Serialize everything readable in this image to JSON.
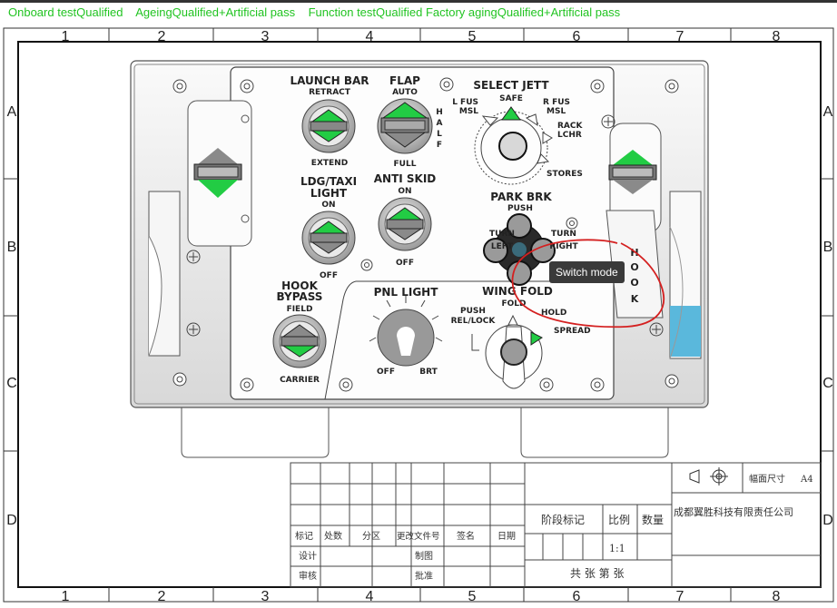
{
  "status": {
    "text": "Onboard testQualified    AgeingQualified+Artificial pass    Function testQualified Factory agingQualified+Artificial pass"
  },
  "tooltip": {
    "text": "Switch mode"
  },
  "frame": {
    "columns": [
      "1",
      "2",
      "3",
      "4",
      "5",
      "6",
      "7",
      "8"
    ],
    "rows": [
      "A",
      "B",
      "C",
      "D"
    ]
  },
  "panel": {
    "launch_bar": {
      "title": "LAUNCH BAR",
      "top": "RETRACT",
      "bottom": "EXTEND"
    },
    "flap": {
      "title": "FLAP",
      "top": "AUTO",
      "side": [
        "H",
        "A",
        "L",
        "F"
      ],
      "bottom": "FULL"
    },
    "select_jett": {
      "title": "SELECT JETT",
      "safe": "SAFE",
      "lfus": "L FUS",
      "lmsl": "MSL",
      "rfus": "R FUS",
      "rmsl": "MSL",
      "rack": "RACK",
      "lchr": "LCHR",
      "stores": "STORES"
    },
    "ldg_taxi": {
      "title1": "LDG/TAXI",
      "title2": "LIGHT",
      "top": "ON",
      "bottom": "OFF"
    },
    "anti_skid": {
      "title": "ANTI SKID",
      "top": "ON",
      "bottom": "OFF"
    },
    "park_brk": {
      "title": "PARK  BRK",
      "push": "PUSH",
      "turn_left_1": "TURN",
      "turn_left_2": "LEFT",
      "turn_right_1": "TURN",
      "turn_right_2": "RIGHT"
    },
    "hook_bypass": {
      "title1": "HOOK",
      "title2": "BYPASS",
      "top": "FIELD",
      "bottom": "CARRIER"
    },
    "pnl_light": {
      "title": "PNL LIGHT",
      "left": "OFF",
      "right": "BRT"
    },
    "wing_fold": {
      "title": "WING FOLD",
      "fold": "FOLD",
      "hold": "HOLD",
      "spread": "SPREAD",
      "push": "PUSH",
      "rel_lock": "REL/LOCK"
    },
    "hook": {
      "letters": [
        "H",
        "O",
        "O",
        "K"
      ]
    }
  },
  "title_block": {
    "sheet_size_label": "幅面尺寸",
    "sheet_size": "A4",
    "company": "成都翼胜科技有限责任公司",
    "stage_mark": "阶段标记",
    "scale_label": "比例",
    "quantity_label": "数量",
    "scale": "1:1",
    "sheets": "共  张  第  张",
    "rev_headers": [
      "标记",
      "处数",
      "分区",
      "更改文件号",
      "签名",
      "日期"
    ],
    "design": "设计",
    "draw": "制图",
    "review": "审核",
    "approve": "批准"
  },
  "colors": {
    "status_green": "#22c422",
    "indicator_green": "#22cc44",
    "annotation_red": "#d42020",
    "gauge_blue": "#5ab8dc"
  }
}
